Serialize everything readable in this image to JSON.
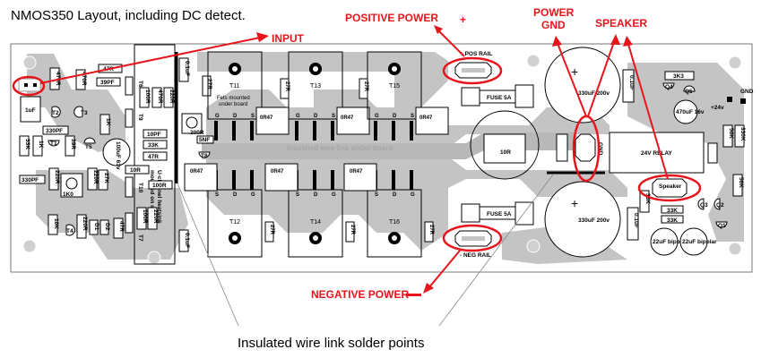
{
  "title": "NMOS350 Layout, including DC detect.",
  "caption": "Insulated wire link solder points",
  "colors": {
    "annotation": "#e8141b",
    "trace": "#bdbdbd",
    "board_bg": "#ffffff",
    "outline": "#000000"
  },
  "annotations": {
    "input": "INPUT",
    "positive_power": "POSITIVE POWER",
    "positive_symbol": "+",
    "power_gnd_line1": "POWER",
    "power_gnd_line2": "GND",
    "speaker": "SPEAKER",
    "negative_power": "NEGATIVE POWER",
    "negative_symbol": "—"
  },
  "board_text": {
    "insulated_link": "Insulated wire link under board",
    "fets_note_1": "Fets mounted",
    "fets_note_2": "under board",
    "heatsink_note_1": "U-channel heatsink",
    "heatsink_note_2": "mounted on spacers",
    "pos_rail": "+ POS RAIL",
    "neg_rail": "- NEG RAIL",
    "fuse_top": "FUSE 5A",
    "fuse_bottom": "FUSE 5A",
    "cap_top": "330uF 200v",
    "cap_bottom": "330uF 200v",
    "inductor": "10R",
    "relay": "24V RELAY",
    "speaker_conn": "Speaker",
    "gnd_conn": "GND",
    "plus24": "+24v",
    "gnd_pad": "GND",
    "c470": "470uF 16v",
    "bip1": "22uF bipolar",
    "bip2": "22uF bipolar",
    "r3k3": "3K3",
    "q4": "Q4",
    "q5": "Q5",
    "q1": "Q1",
    "q2": "Q2",
    "q3": "Q3",
    "r56k_top": "56K",
    "r330k": "330K",
    "r56k_bot": "56K",
    "r33k_a": "33K",
    "r33k_b": "33K",
    "r33k_c": "33K",
    "c01_relay": "0.1uF",
    "c01_bottom_right": "0.1uF"
  },
  "transistors": {
    "top": [
      "T11",
      "T13",
      "T15"
    ],
    "bottom": [
      "T12",
      "T14",
      "T16"
    ],
    "pins_top": [
      "G",
      "D",
      "S"
    ],
    "pins_bottom": [
      "S",
      "D",
      "G"
    ]
  },
  "source_resistors": {
    "top": [
      "0R47",
      "0R47",
      "0R47"
    ],
    "bottom": [
      "0R47",
      "0R47",
      "0R47"
    ]
  },
  "gate_resistors": {
    "top": [
      "27R",
      "27R",
      "27R"
    ],
    "bottom": [
      "27R",
      "27R",
      "27R"
    ]
  },
  "small_signal": {
    "c_input": "1uF",
    "r470r_a": "470R",
    "r470r_b": "470R",
    "r47r": "47R",
    "c39pf": "39PF",
    "c330pf_a": "330PF",
    "c330pf_b": "330PF",
    "r33k": "33K",
    "r1k": "1K",
    "r39r": "39R",
    "t2": "T2",
    "t3": "T3",
    "t1": "T1",
    "t5": "T5",
    "t4": "T4",
    "r1k_b": "1K",
    "cap_100uf": "100uF 63v",
    "r220r_a": "220R",
    "r220r_b": "220R",
    "r27k": "27K",
    "trim_1k": "1K0",
    "r10k": "10K",
    "r220r_c": "220R",
    "d1": "D1",
    "d2": "D2",
    "r47r_b": "47R",
    "t6": "T6",
    "t9": "T9",
    "t10": "T10",
    "t7": "T7",
    "r100r_a": "100R",
    "r470r_c": "470R",
    "r220r_d": "220R",
    "c10pf": "10PF",
    "r33k_b": "33K",
    "r47r_c": "47R",
    "r10r": "10R",
    "r100r_b": "100R",
    "r100r_c": "100R",
    "r220r_e": "220R",
    "c01_a": "0.1uF",
    "c01_b": "0.1uF",
    "c01_c": "0.1uF",
    "trim_200r": "200R",
    "c5nf": "5NF",
    "t8": "T8"
  }
}
